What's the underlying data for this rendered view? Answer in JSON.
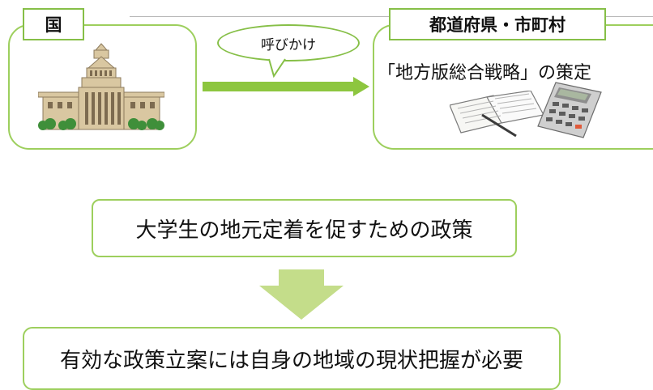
{
  "national": {
    "label": "国"
  },
  "call": {
    "label": "呼びかけ"
  },
  "local": {
    "label": "都道府県・市町村",
    "strategy": "「地方版総合戦略」の策定"
  },
  "policy": {
    "text": "大学生の地元定着を促すための政策"
  },
  "conclusion": {
    "text": "有効な政策立案には自身の地域の現状把握が必要"
  },
  "icons": {
    "building": "national-diet-building-icon",
    "documents": "documents-pen-icon",
    "calculator": "calculator-icon",
    "right_arrow": "arrow-right-icon",
    "down_arrow": "arrow-down-icon"
  },
  "colors": {
    "frame": "#9dcf5d",
    "tag_border": "#86bf47",
    "arrow": "#8dc63f",
    "down_arrow": "#c4dd8a"
  }
}
